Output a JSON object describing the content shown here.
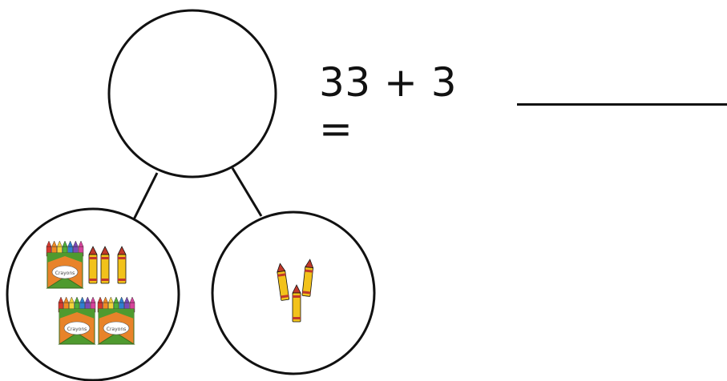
{
  "equation": {
    "text": "33 + 3 ="
  },
  "number_bond": {
    "whole": "",
    "part_left": {
      "crayon_boxes": 3,
      "loose_crayons": 3,
      "box_label": "Crayons"
    },
    "part_right": {
      "loose_crayons": 3
    }
  },
  "colors": {
    "outline": "#111111",
    "box_orange": "#e8832a",
    "box_green": "#4f9a2f",
    "crayon_yellow": "#f2c21b",
    "crayon_red": "#c0392b"
  },
  "crayon_tip_colors": [
    "#d63a2f",
    "#f08a24",
    "#f3d23a",
    "#4fae3a",
    "#2f7fd1",
    "#7a4bb8",
    "#d6449b"
  ]
}
